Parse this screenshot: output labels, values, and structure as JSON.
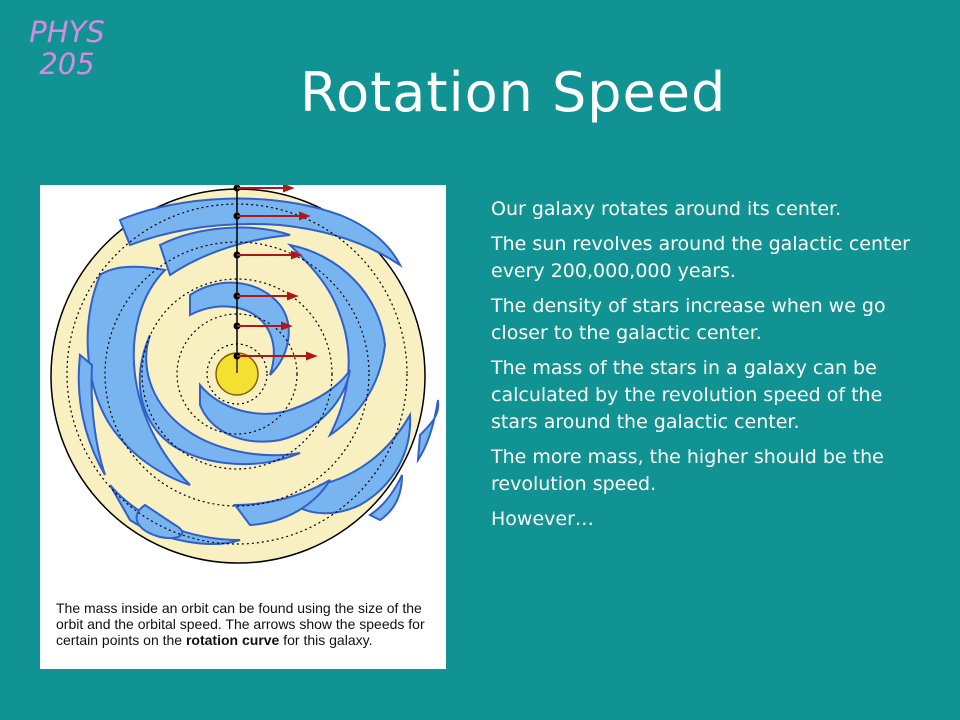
{
  "header": {
    "course_line1": "PHYS",
    "course_line2": "205",
    "title": "Rotation Speed"
  },
  "figure": {
    "caption_part1": "The mass inside an orbit can be found using the size of the orbit and the orbital speed. The arrows show the speeds for certain points on the ",
    "caption_bold1": "rotation curve",
    "caption_part2": " for this galaxy.",
    "colors": {
      "disk": "#f8f0c0",
      "arms": "#78b4f0",
      "arm_outline": "#3060c8",
      "arrows": "#b01818",
      "bulge": "#f4e030"
    }
  },
  "bullets": [
    "Our galaxy rotates around its center.",
    "The sun revolves around the galactic center every 200,000,000 years.",
    "The density of stars increase when we go closer to the galactic center.",
    "The mass of the stars in a galaxy can be calculated by the revolution speed of the stars around the galactic center.",
    "The more mass, the higher should be the revolution speed.",
    "However…"
  ]
}
